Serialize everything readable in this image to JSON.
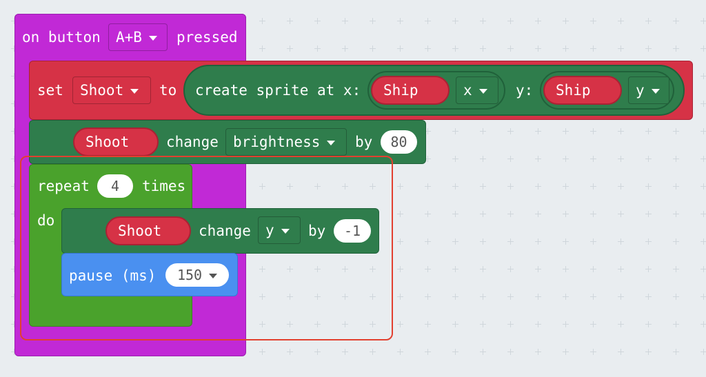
{
  "event_block": {
    "prefix": "on button",
    "button": "A+B",
    "suffix": "pressed",
    "color": "#c129d6"
  },
  "set_block": {
    "label": "set",
    "variable": "Shoot",
    "to_label": "to",
    "create_label": "create sprite at x:",
    "x_sprite": "Ship",
    "x_prop": "x",
    "y_label": "y:",
    "y_sprite": "Ship",
    "y_prop": "y",
    "color": "#d63246"
  },
  "brightness_block": {
    "sprite": "Shoot",
    "change_label": "change",
    "property": "brightness",
    "by_label": "by",
    "value": "80",
    "color": "#2f7d4c"
  },
  "repeat_block": {
    "label": "repeat",
    "count": "4",
    "times_label": "times",
    "do_label": "do",
    "color": "#4aa22c"
  },
  "change_y_block": {
    "sprite": "Shoot",
    "change_label": "change",
    "property": "y",
    "by_label": "by",
    "value": "-1"
  },
  "pause_block": {
    "label": "pause (ms)",
    "value": "150",
    "color": "#4a90f0"
  },
  "highlight_color": "#e2402f"
}
